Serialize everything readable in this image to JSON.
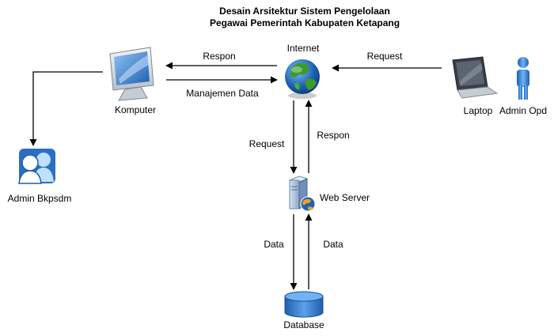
{
  "title": {
    "line1": "Desain Arsitektur Sistem Pengelolaan",
    "line2": "Pegawai Pemerintah Kabupaten Ketapang"
  },
  "nodes": {
    "internet": "Internet",
    "komputer": "Komputer",
    "admin_bkpsdm": "Admin Bkpsdm",
    "laptop": "Laptop",
    "admin_opd": "Admin Opd",
    "web_server": "Web Server",
    "database": "Database"
  },
  "edges": {
    "respon_to_komputer": "Respon",
    "manajemen_data": "Manajemen Data",
    "request_from_laptop": "Request",
    "request_to_server": "Request",
    "respon_to_internet": "Respon",
    "data_to_database": "Data",
    "data_to_server": "Data"
  },
  "icons": {
    "komputer": "desktop-monitor-icon",
    "admin_bkpsdm": "user-group-icon",
    "internet": "globe-icon",
    "laptop": "laptop-icon",
    "admin_opd": "person-icon",
    "web_server": "web-server-icon",
    "database": "database-cylinder-icon"
  },
  "colors": {
    "line": "#000000",
    "monitor_blue": "#2f6fb8",
    "globe_blue": "#1f62b5",
    "globe_green": "#3c9a2f",
    "person_blue": "#2f80d8",
    "db_blue": "#2b78c8"
  }
}
